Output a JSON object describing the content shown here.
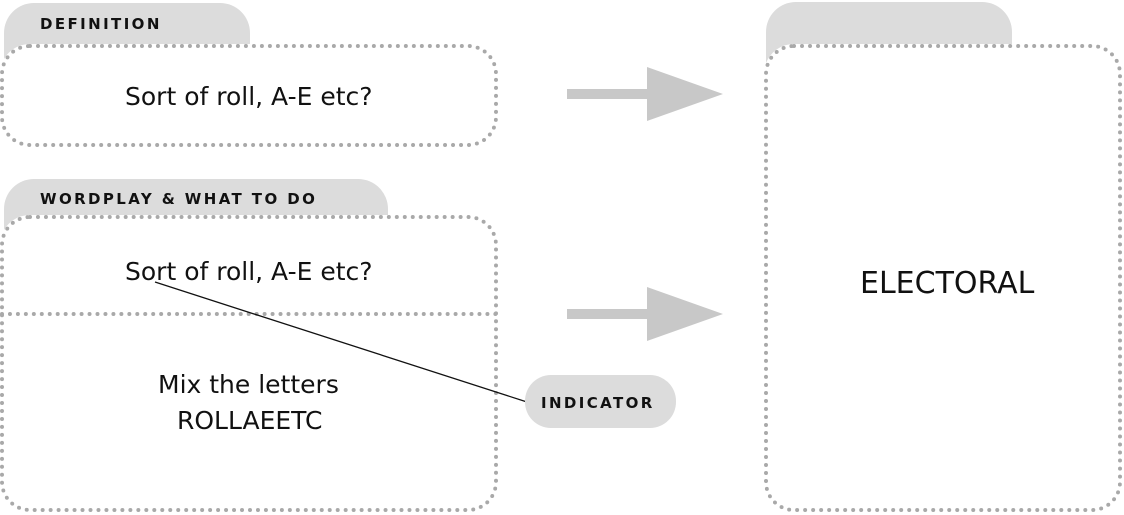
{
  "definition_section": {
    "tab_label": "DEFINITION",
    "clue_text": "Sort of roll, A-E etc?"
  },
  "wordplay_section": {
    "tab_label": "WORDPLAY & WHAT TO DO",
    "clue_text": "Sort of roll, A-E etc?",
    "instruction_line1": "Mix the letters",
    "instruction_line2": "ROLLAEETC"
  },
  "indicator": {
    "label": "INDICATOR"
  },
  "answer": {
    "text": "ELECTORAL"
  },
  "colors": {
    "tab_fill": "#dcdcdc",
    "dotted_border": "#a9a9a9",
    "arrow": "#c8c8c8",
    "text": "#111111"
  }
}
